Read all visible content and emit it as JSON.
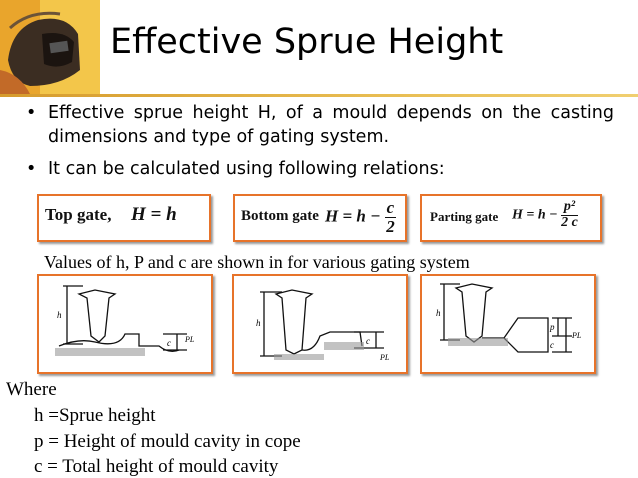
{
  "slide": {
    "title": "Effective Sprue Height",
    "bullets": [
      "Effective sprue height H, of a mould depends on the casting dimensions and type of gating system.",
      "It can be calculated using following relations:"
    ],
    "bullet_symbol": "•",
    "formulas": [
      {
        "label": "Top gate,",
        "lhs": "H = h",
        "fraction": null
      },
      {
        "label": "Bottom gate",
        "lhs": "H = h −",
        "fraction": {
          "num": "c",
          "den": "2"
        }
      },
      {
        "label": "Parting gate",
        "lhs": "H = h −",
        "fraction": {
          "num": "p²",
          "den": "2 c"
        }
      }
    ],
    "values_note": "Values of h, P and c are shown in for various gating system",
    "diagram_labels": {
      "h": "h",
      "c": "c",
      "p": "p",
      "pl": "PL"
    },
    "where_heading": "Where",
    "definitions": [
      "h =Sprue height",
      "p = Height of mould cavity in cope",
      "c = Total height of mould cavity"
    ],
    "colors": {
      "box_border": "#e7732a",
      "title_rule": "#e0a93a"
    }
  }
}
